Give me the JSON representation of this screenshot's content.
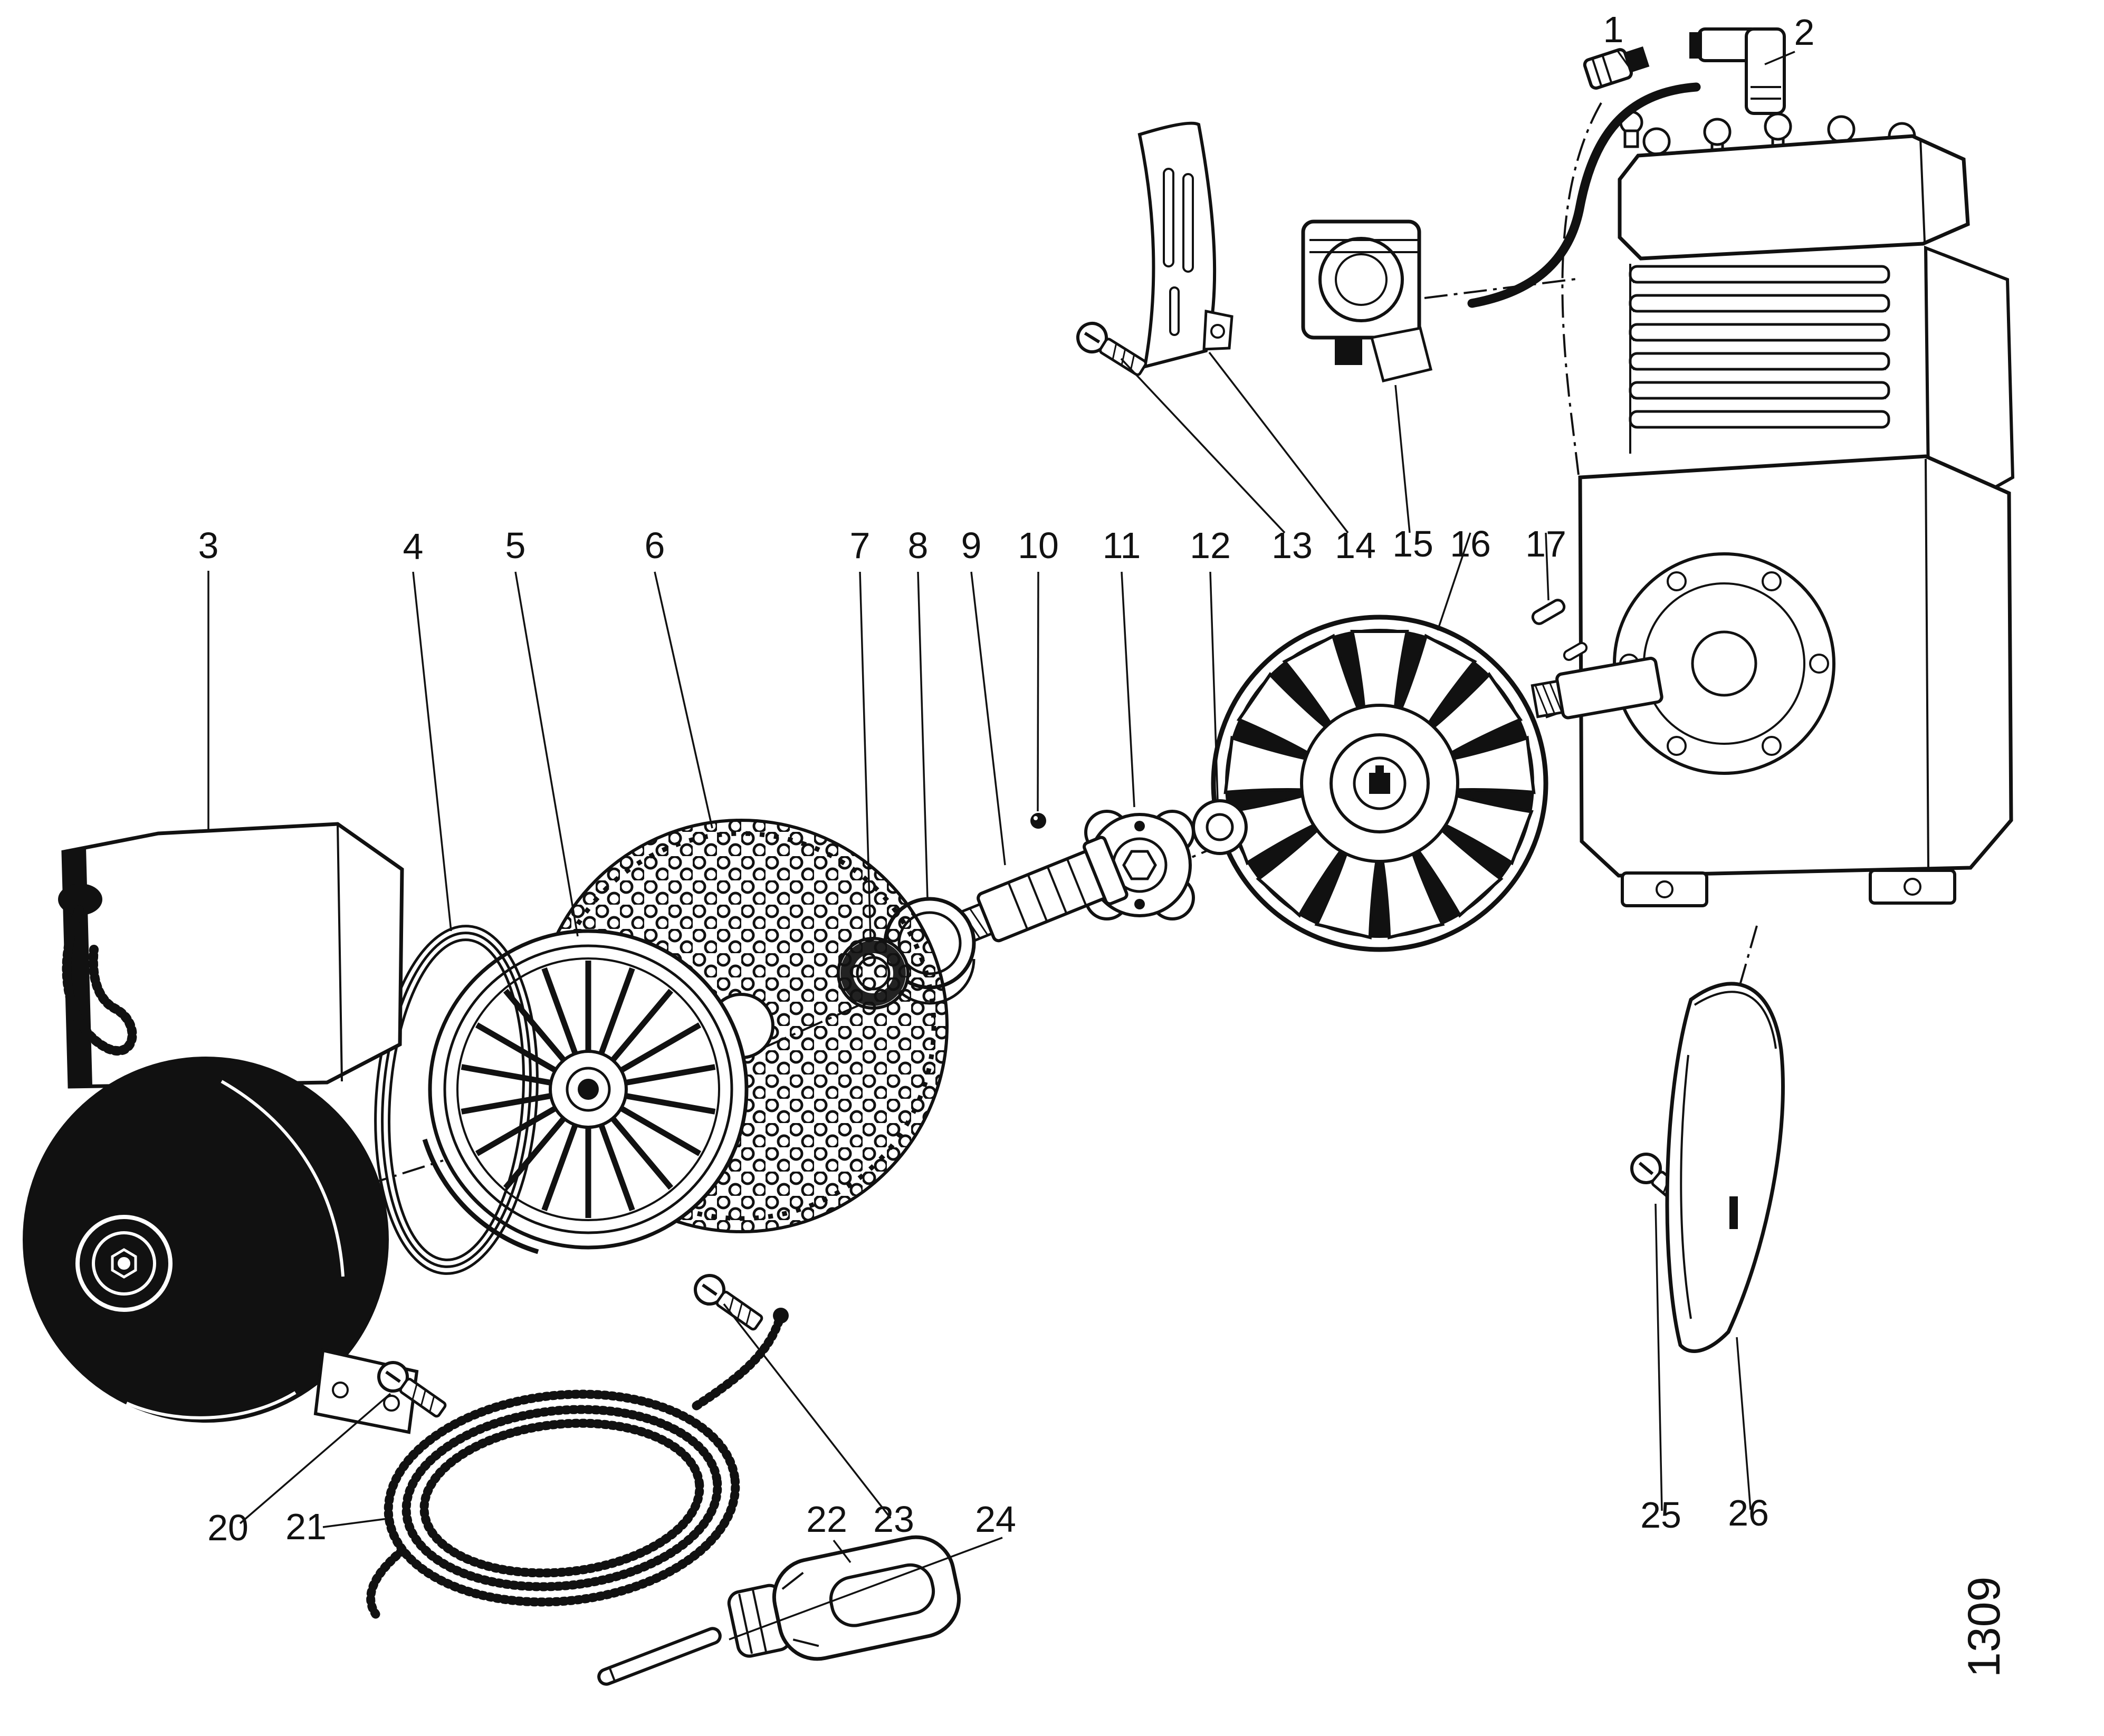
{
  "figure": {
    "drawing_number": "1309"
  },
  "colors": {
    "ink": "#111111",
    "paper": "#ffffff"
  },
  "part_labels": [
    {
      "id": "part-1",
      "text": "1"
    },
    {
      "id": "part-2",
      "text": "2"
    },
    {
      "id": "part-3",
      "text": "3"
    },
    {
      "id": "part-4",
      "text": "4"
    },
    {
      "id": "part-5",
      "text": "5"
    },
    {
      "id": "part-6",
      "text": "6"
    },
    {
      "id": "part-7",
      "text": "7"
    },
    {
      "id": "part-8",
      "text": "8"
    },
    {
      "id": "part-9",
      "text": "9"
    },
    {
      "id": "part-10",
      "text": "10"
    },
    {
      "id": "part-11",
      "text": "11"
    },
    {
      "id": "part-12",
      "text": "12"
    },
    {
      "id": "part-13",
      "text": "13"
    },
    {
      "id": "part-14",
      "text": "14"
    },
    {
      "id": "part-15",
      "text": "15"
    },
    {
      "id": "part-16",
      "text": "16"
    },
    {
      "id": "part-17",
      "text": "17"
    },
    {
      "id": "part-20",
      "text": "20"
    },
    {
      "id": "part-21",
      "text": "21"
    },
    {
      "id": "part-22",
      "text": "22"
    },
    {
      "id": "part-23",
      "text": "23"
    },
    {
      "id": "part-24",
      "text": "24"
    },
    {
      "id": "part-25",
      "text": "25"
    },
    {
      "id": "part-26",
      "text": "26"
    }
  ]
}
